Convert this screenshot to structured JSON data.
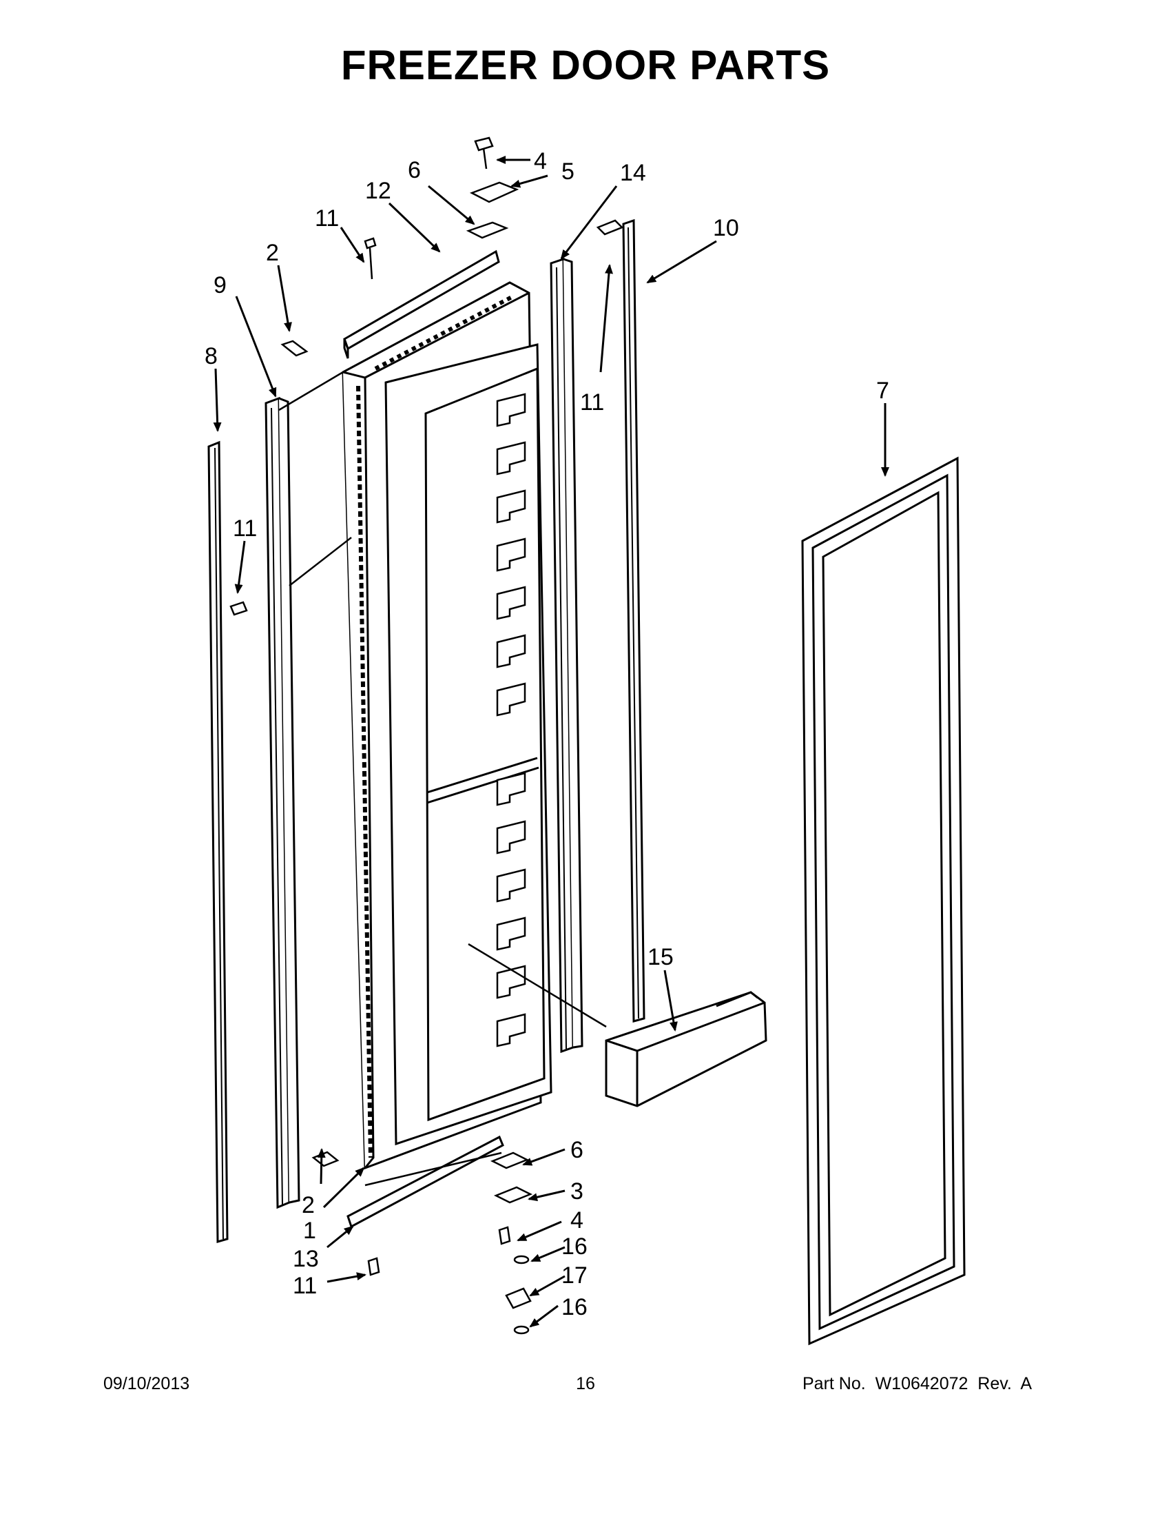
{
  "title": "FREEZER DOOR PARTS",
  "callouts": {
    "c4_top": "4",
    "c5_top": "5",
    "c6_top": "6",
    "c12": "12",
    "c11_top": "11",
    "c14": "14",
    "c10": "10",
    "c2_top": "2",
    "c9": "9",
    "c8": "8",
    "c11_right": "11",
    "c7": "7",
    "c11_left": "11",
    "c15": "15",
    "c6_bottom": "6",
    "c3": "3",
    "c4_bottom": "4",
    "c16_upper": "16",
    "c17": "17",
    "c16_lower": "16",
    "c2_bottom": "2",
    "c1": "1",
    "c13": "13",
    "c11_bottom": "11"
  },
  "footer": {
    "date": "09/10/2013",
    "page": "16",
    "part_number": "Part No.  W10642072  Rev.  A"
  }
}
